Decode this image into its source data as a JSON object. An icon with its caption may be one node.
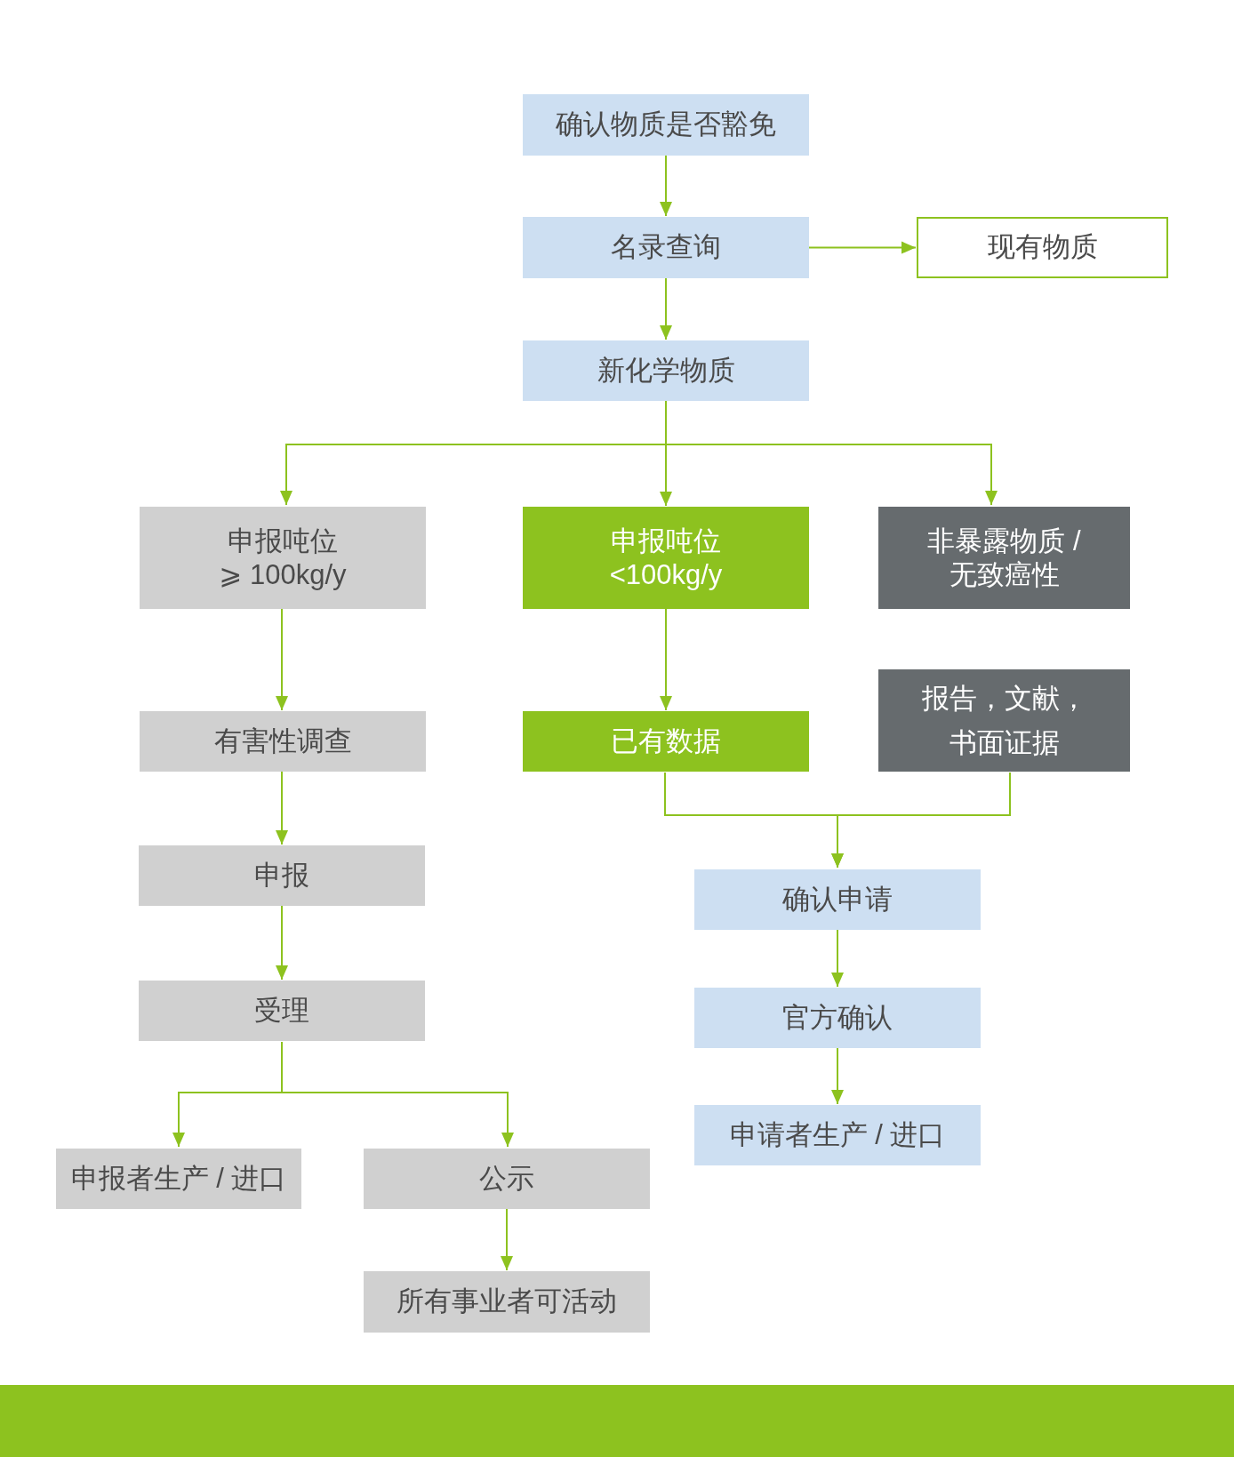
{
  "diagram": {
    "nodes": [
      {
        "text": [
          "确认物质是否豁免"
        ]
      },
      {
        "text": [
          "名录查询"
        ]
      },
      {
        "text": [
          "现有物质"
        ]
      },
      {
        "text": [
          "新化学物质"
        ]
      },
      {
        "text": [
          "申报吨位 ⩾ 100kg/y"
        ]
      },
      {
        "text": [
          "申报吨位 <100kg/y"
        ]
      },
      {
        "text": [
          "非暴露物质 / 无致癌性"
        ]
      },
      {
        "text": [
          "有害性调查"
        ]
      },
      {
        "text": [
          "已有数据"
        ]
      },
      {
        "text": [
          "报告，文献，书面证据"
        ]
      },
      {
        "text": [
          "申报"
        ]
      },
      {
        "text": [
          "确认申请"
        ]
      },
      {
        "text": [
          "受理"
        ]
      },
      {
        "text": [
          "官方确认"
        ]
      },
      {
        "text": [
          "申请者生产 / 进口"
        ]
      },
      {
        "text": [
          "申报者生产 / 进口"
        ]
      },
      {
        "text": [
          "公示"
        ]
      },
      {
        "text": [
          "所有事业者可活动"
        ]
      }
    ],
    "edges": [
      {
        "from": 0,
        "to": 1,
        "arrow": "to"
      },
      {
        "from": 1,
        "to": 2,
        "arrow": "to"
      },
      {
        "from": 1,
        "to": 3,
        "arrow": "to"
      },
      {
        "from": 3,
        "to": 4,
        "arrow": "to"
      },
      {
        "from": 3,
        "to": 5,
        "arrow": "to"
      },
      {
        "from": 3,
        "to": 6,
        "arrow": "to"
      },
      {
        "from": 4,
        "to": 7,
        "arrow": "to"
      },
      {
        "from": 5,
        "to": 8,
        "arrow": "to"
      },
      {
        "from": 7,
        "to": 10,
        "arrow": "to"
      },
      {
        "from": 8,
        "to": 11,
        "arrow": "to"
      },
      {
        "from": 9,
        "to": 11,
        "arrow": "to"
      },
      {
        "from": 10,
        "to": 12,
        "arrow": "to"
      },
      {
        "from": 11,
        "to": 13,
        "arrow": "to"
      },
      {
        "from": 12,
        "to": 15,
        "arrow": "to"
      },
      {
        "from": 12,
        "to": 16,
        "arrow": "to"
      },
      {
        "from": 13,
        "to": 14,
        "arrow": "to"
      },
      {
        "from": 16,
        "to": 17,
        "arrow": "to"
      }
    ]
  }
}
